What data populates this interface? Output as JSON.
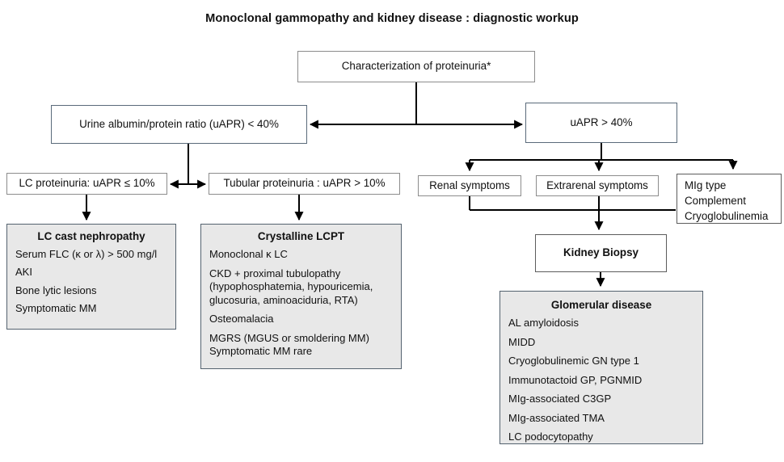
{
  "title": "Monoclonal gammopathy and kidney disease : diagnostic workup",
  "colors": {
    "panel_fill": "#e8e8e8",
    "panel_border": "#54626f",
    "white_box_border": "#8c8c8c",
    "connector": "#000000"
  },
  "boxes": {
    "characterization": {
      "label": "Characterization of proteinuria*"
    },
    "uapr_under_40": {
      "label": "Urine albumin/protein ratio (uAPR) < 40%"
    },
    "uapr_over_40": {
      "label": "uAPR > 40%"
    },
    "lc_proteinuria": {
      "label": "LC proteinuria: uAPR ≤ 10%"
    },
    "tubular_proteinuria": {
      "label": "Tubular proteinuria : uAPR > 10%"
    },
    "renal_symptoms": {
      "label": "Renal symptoms"
    },
    "extrarenal_symptoms": {
      "label": "Extrarenal symptoms"
    },
    "mig_workup": {
      "lines": [
        "MIg type",
        "Complement",
        "Cryoglobulinemia"
      ]
    },
    "kidney_biopsy": {
      "label": "Kidney Biopsy"
    },
    "lc_cast_nephropathy": {
      "title": "LC cast nephropathy",
      "lines": [
        "Serum FLC (κ or λ) > 500 mg/l",
        "AKI",
        "Bone lytic lesions",
        "Symptomatic MM"
      ]
    },
    "crystalline_lcpt": {
      "title": "Crystalline LCPT",
      "lines": [
        "Monoclonal κ LC",
        "CKD + proximal tubulopathy (hypophosphatemia, hypouricemia, glucosuria, aminoaciduria, RTA)",
        "Osteomalacia",
        "MGRS (MGUS or smoldering MM)\nSymptomatic MM rare"
      ]
    },
    "glomerular_disease": {
      "title": "Glomerular disease",
      "lines": [
        "AL amyloidosis",
        "MIDD",
        "Cryoglobulinemic GN type 1",
        "Immunotactoid GP, PGNMID",
        "MIg-associated C3GP",
        "MIg-associated TMA",
        "LC podocytopathy"
      ]
    }
  }
}
